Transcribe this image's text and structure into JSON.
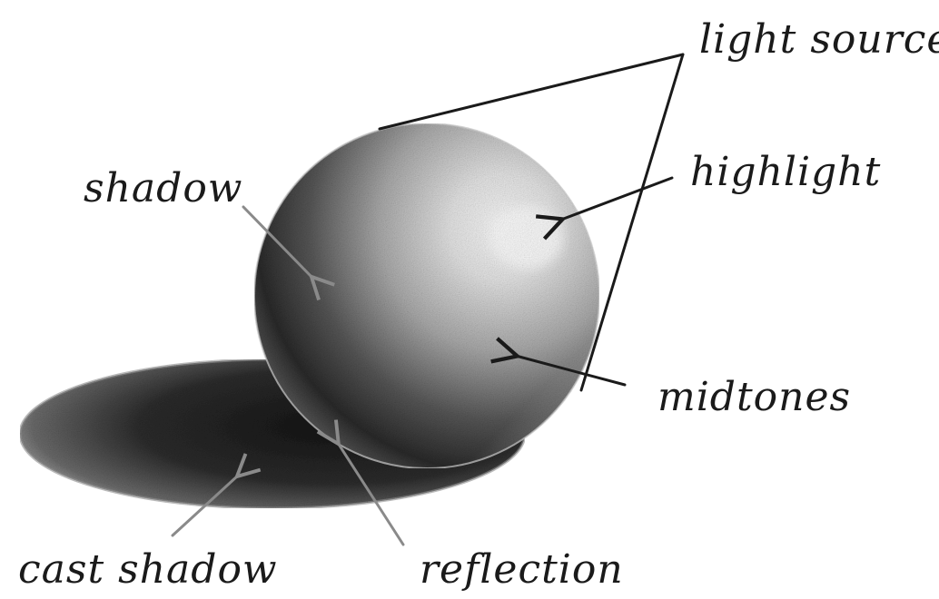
{
  "labels": {
    "light_source": "light source",
    "shadow": "shadow",
    "highlight": "highlight",
    "midtones": "midtones",
    "cast_shadow": "cast shadow",
    "reflection": "reflection"
  },
  "colors": {
    "background": "#ffffff",
    "ink": "#1a1a1a",
    "pointer_gray": "#8a8a8a",
    "sphere_highlight": "#f4f4f4",
    "sphere_shadow": "#1e1e1e"
  }
}
